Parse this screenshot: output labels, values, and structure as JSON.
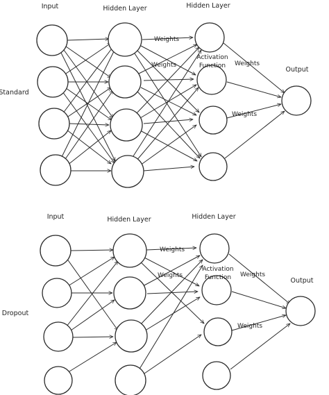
{
  "panels": [
    {
      "row_label": "Standard",
      "input_label": "Input",
      "hidden1_label": "Hidden Layer",
      "hidden2_label": "Hidden Layer",
      "output_label": "Output",
      "activation_label_line1": "Activation",
      "activation_label_line2": "Function",
      "weights_labels": [
        "Weights",
        "Weights",
        "Weights",
        "Weights"
      ],
      "dropped_connections": "none"
    },
    {
      "row_label": "Dropout",
      "input_label": "Input",
      "hidden1_label": "Hidden Layer",
      "hidden2_label": "Hidden Layer",
      "output_label": "Output",
      "activation_label_line1": "Activation",
      "activation_label_line2": "Function",
      "weights_labels": [
        "Weights",
        "Weights",
        "Weights",
        "Weights"
      ],
      "dropped_connections": "some"
    }
  ],
  "style": {
    "stroke_color": "#2a2a2a",
    "background": "#ffffff"
  }
}
